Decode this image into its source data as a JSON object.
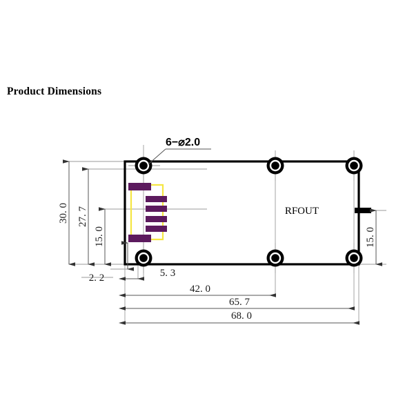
{
  "page": {
    "title": "Product Dimensions",
    "background_color": "#ffffff"
  },
  "drawing": {
    "type": "mechanical-dimension-drawing",
    "unit": "mm",
    "colors": {
      "outline": "#000000",
      "pad": "#5c1a5e",
      "silkscreen": "#f5e642",
      "dimension_line": "#808080",
      "hole_fill": "#000000",
      "connector": "#000000"
    },
    "board": {
      "name": "pcb-outline",
      "width_mm": 68.0,
      "height_mm": 30.0
    },
    "hole_callout": {
      "label": "6−⌀2.0",
      "count": 6,
      "diameter_mm": 2.0
    },
    "connector": {
      "label": "RFOUT"
    },
    "dimensions": {
      "vertical_left": [
        {
          "name": "dim-30-0",
          "value": "30. 0",
          "numeric": 30.0
        },
        {
          "name": "dim-27-7",
          "value": "27. 7",
          "numeric": 27.7
        },
        {
          "name": "dim-15-0-left",
          "value": "15. 0",
          "numeric": 15.0
        }
      ],
      "vertical_right": [
        {
          "name": "dim-15-0-right",
          "value": "15. 0",
          "numeric": 15.0
        }
      ],
      "horizontal_bottom": [
        {
          "name": "dim-2-2",
          "value": "2. 2",
          "numeric": 2.2
        },
        {
          "name": "dim-5-3",
          "value": "5. 3",
          "numeric": 5.3
        },
        {
          "name": "dim-42-0",
          "value": "42. 0",
          "numeric": 42.0
        },
        {
          "name": "dim-65-7",
          "value": "65. 7",
          "numeric": 65.7
        },
        {
          "name": "dim-68-0",
          "value": "68. 0",
          "numeric": 68.0
        }
      ]
    },
    "pads": {
      "edge_pads_count": 2,
      "inner_pads_count": 4
    }
  }
}
